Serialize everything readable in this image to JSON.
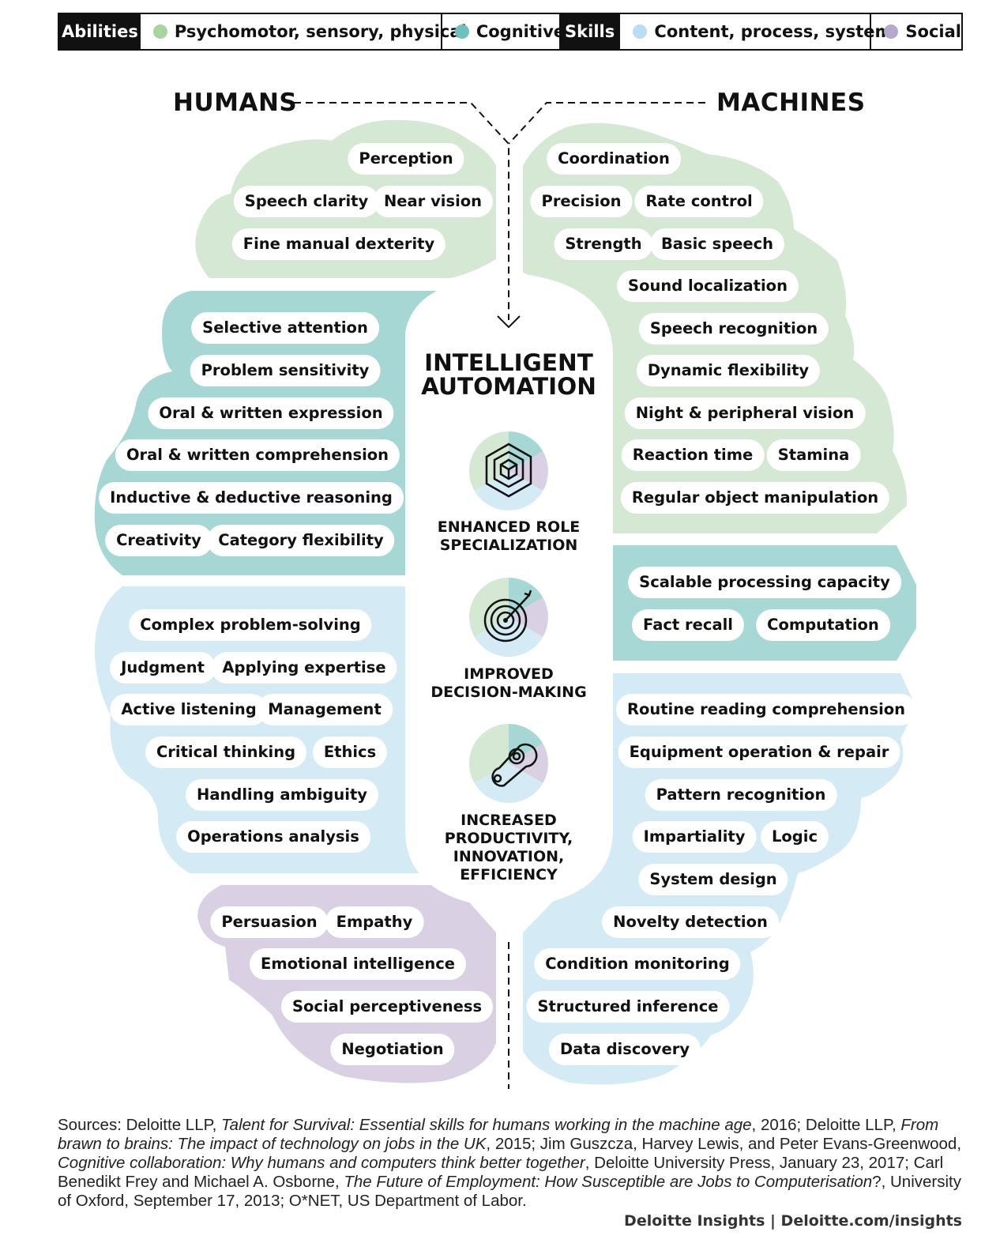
{
  "legend": {
    "abilities_label": "Abilities",
    "skills_label": "Skills",
    "items": [
      {
        "label": "Psychomotor, sensory, physical",
        "color": "#a9d4a0"
      },
      {
        "label": "Cognitive",
        "color": "#6fc0bd"
      },
      {
        "label": "Content, process, system",
        "color": "#b8def0"
      },
      {
        "label": "Social",
        "color": "#b7a8cf"
      }
    ]
  },
  "colors": {
    "psychomotor_region": "#d5e8d4",
    "cognitive_region": "#a6d7d4",
    "content_region": "#d4ebf5",
    "social_region": "#d9d1e3",
    "machine_cognitive_region": "#a8d8d5"
  },
  "humans": {
    "title": "HUMANS",
    "psychomotor": [
      "Perception",
      "Speech clarity",
      "Near vision",
      "Fine manual dexterity"
    ],
    "cognitive": [
      "Selective attention",
      "Problem sensitivity",
      "Oral & written expression",
      "Oral & written comprehension",
      "Inductive & deductive reasoning",
      "Creativity",
      "Category flexibility"
    ],
    "content": [
      "Complex problem-solving",
      "Judgment",
      "Applying expertise",
      "Active listening",
      "Management",
      "Critical thinking",
      "Ethics",
      "Handling ambiguity",
      "Operations analysis"
    ],
    "social": [
      "Persuasion",
      "Empathy",
      "Emotional intelligence",
      "Social perceptiveness",
      "Negotiation"
    ]
  },
  "machines": {
    "title": "MACHINES",
    "psychomotor": [
      "Coordination",
      "Precision",
      "Rate control",
      "Strength",
      "Basic speech",
      "Sound localization",
      "Speech recognition",
      "Dynamic flexibility",
      "Night & peripheral vision",
      "Reaction time",
      "Stamina",
      "Regular object manipulation"
    ],
    "cognitive": [
      "Scalable processing capacity",
      "Fact recall",
      "Computation"
    ],
    "content": [
      "Routine reading comprehension",
      "Equipment operation & repair",
      "Pattern recognition",
      "Impartiality",
      "Logic",
      "System design",
      "Novelty detection",
      "Condition monitoring",
      "Structured inference",
      "Data discovery"
    ]
  },
  "center": {
    "title_line1": "INTELLIGENT",
    "title_line2": "AUTOMATION",
    "benefits": [
      {
        "icon": "cube-icon",
        "lines": [
          "ENHANCED ROLE",
          "SPECIALIZATION"
        ]
      },
      {
        "icon": "target-icon",
        "lines": [
          "IMPROVED",
          "DECISION-MAKING"
        ]
      },
      {
        "icon": "gear-link-icon",
        "lines": [
          "INCREASED",
          "PRODUCTIVITY,",
          "INNOVATION,",
          "EFFICIENCY"
        ]
      }
    ]
  },
  "sources": {
    "prefix": "Sources: Deloitte LLP, ",
    "t1": "Talent for Survival: Essential skills for humans working in the machine age",
    "s1": ", 2016; Deloitte LLP, ",
    "t2": "From brawn to brains: The impact of technology on jobs in the UK",
    "s2": ", 2015; Jim Guszcza, Harvey Lewis, and Peter Evans-Greenwood, ",
    "t3": "Cognitive collaboration: Why humans and computers think better together",
    "s3": ", Deloitte University Press, January 23, 2017; Carl Benedikt Frey and Michael A. Osborne, ",
    "t4": "The Future of Employment: How Susceptible are Jobs to Computerisation",
    "s4": "?, University of Oxford, September 17, 2013; O*NET, US Department of Labor."
  },
  "footer": "Deloitte Insights | Deloitte.com/insights"
}
